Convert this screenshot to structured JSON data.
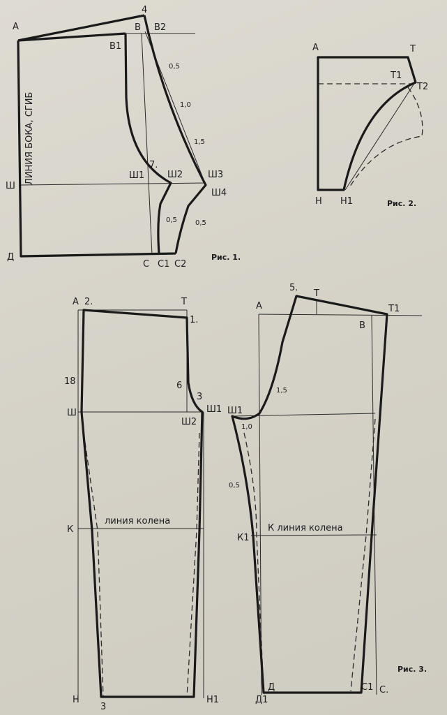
{
  "fig1": {
    "caption": "Рис. 1.",
    "side_line": "ЛИНИЯ БОКА, СГИБ",
    "labels": {
      "A": "А",
      "p4": "4",
      "B": "В",
      "B2": "В2",
      "B1": "В1",
      "m05": "0,5",
      "m10": "1,0",
      "m15": "1,5",
      "p7": "7.",
      "Sh": "Ш",
      "Sh1": "Ш1",
      "Sh2": "Ш2",
      "Sh3": "Ш3",
      "Sh4": "Ш4",
      "m05b": "0,5",
      "m05c": "0,5",
      "D": "Д",
      "C": "С",
      "C1": "С1",
      "C2": "С2"
    }
  },
  "fig2": {
    "caption": "Рис. 2.",
    "labels": {
      "A": "А",
      "T": "Т",
      "T1": "Т1",
      "T2": "Т2",
      "H": "Н",
      "H1": "Н1"
    }
  },
  "fig3": {
    "caption": "Рис. 3.",
    "front": {
      "knee_line": "линия колена",
      "labels": {
        "A": "А",
        "p2": "2.",
        "T": "Т",
        "p1": "1.",
        "p18": "18",
        "p6": "6",
        "p3": "3",
        "Sh": "Ш",
        "Sh1": "Ш1",
        "Sh2": "Ш2",
        "K": "К",
        "H": "Н",
        "p3b": "3",
        "H1": "Н1"
      }
    },
    "back": {
      "knee_line": "К линия колена",
      "labels": {
        "p5": "5.",
        "T": "Т",
        "A": "А",
        "B": "В",
        "T1": "Т1",
        "Sh1": "Ш1",
        "m10": "1,0",
        "m15": "1,5",
        "m05": "0,5",
        "K1": "К1",
        "D": "Д",
        "D1": "Д1",
        "C1": "С1",
        "C": "С."
      }
    }
  }
}
